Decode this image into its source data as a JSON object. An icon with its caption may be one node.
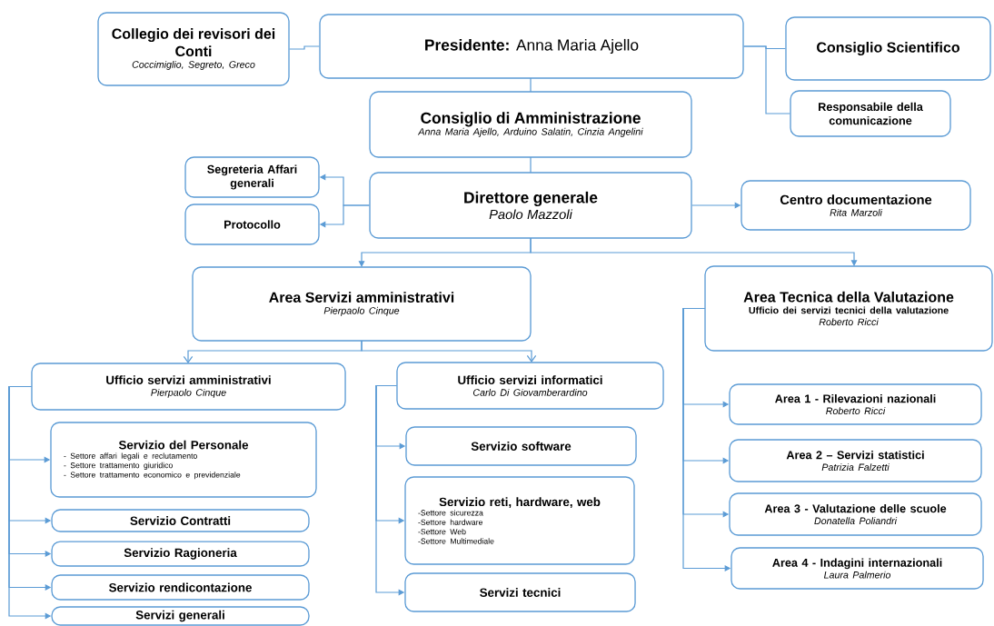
{
  "diagram": {
    "nodes": [
      {
        "text": [
          "Collegio dei revisori dei Conti",
          "Coccimiglio, Segreto, Greco"
        ]
      },
      {
        "text": [
          "**Presidente:** Anna Maria Ajello"
        ]
      },
      {
        "text": [
          "Consiglio Scientifico"
        ]
      },
      {
        "text": [
          "Responsabile della comunicazione"
        ]
      },
      {
        "text": [
          "Consiglio di Amministrazione",
          "Anna Maria Ajello, Arduino Salatin, Cinzia Angelini"
        ]
      },
      {
        "text": [
          "Segreteria Affari generali"
        ]
      },
      {
        "text": [
          "Protocollo"
        ]
      },
      {
        "text": [
          "Direttore generale",
          "Paolo Mazzoli"
        ]
      },
      {
        "text": [
          "Centro documentazione",
          "Rita Marzoli"
        ]
      },
      {
        "text": [
          "Area Servizi amministrativi",
          "Pierpaolo Cinque"
        ]
      },
      {
        "text": [
          "Area Tecnica della Valutazione",
          "Ufficio dei servizi tecnici della valutazione",
          "Roberto Ricci"
        ]
      },
      {
        "text": [
          "Ufficio servizi amministrativi",
          "Pierpaolo Cinque"
        ]
      },
      {
        "text": [
          "Servizio del Personale",
          "- Settore affari legali e reclutamento",
          "- Settore trattamento giuridico",
          "- Settore trattamento economico e previdenziale"
        ]
      },
      {
        "text": [
          "Servizio Contratti"
        ]
      },
      {
        "text": [
          "Servizio Ragioneria"
        ]
      },
      {
        "text": [
          "Servizio rendicontazione"
        ]
      },
      {
        "text": [
          "Servizi generali"
        ]
      },
      {
        "text": [
          "Ufficio servizi informatici",
          "Carlo Di Giovamberardino"
        ]
      },
      {
        "text": [
          "Servizio software"
        ]
      },
      {
        "text": [
          "Servizio reti, hardware, web",
          "-Settore sicurezza",
          "-Settore hardware",
          "-Settore Web",
          "-Settore Multimediale"
        ]
      },
      {
        "text": [
          "Servizi tecnici"
        ]
      },
      {
        "text": [
          "Area 1 - Rilevazioni nazionali",
          "Roberto Ricci"
        ]
      },
      {
        "text": [
          "Area 2 – Servizi statistici",
          "Patrizia Falzetti"
        ]
      },
      {
        "text": [
          "Area 3 - Valutazione delle scuole",
          "Donatella Poliandri"
        ]
      },
      {
        "text": [
          "Area 4 - Indagini internazionali",
          "Laura Palmerio"
        ]
      }
    ],
    "edges": [
      {
        "from": 0,
        "to": 1,
        "arrow": "none"
      },
      {
        "from": 1,
        "to": 2,
        "arrow": "none"
      },
      {
        "from": 1,
        "to": 3,
        "arrow": "none"
      },
      {
        "from": 1,
        "to": 4,
        "arrow": "none"
      },
      {
        "from": 4,
        "to": 7,
        "arrow": "none"
      },
      {
        "from": 7,
        "to": 5,
        "arrow": "to"
      },
      {
        "from": 7,
        "to": 6,
        "arrow": "to"
      },
      {
        "from": 7,
        "to": 8,
        "arrow": "to"
      },
      {
        "from": 7,
        "to": 9,
        "arrow": "to"
      },
      {
        "from": 7,
        "to": 10,
        "arrow": "to"
      },
      {
        "from": 9,
        "to": 11,
        "arrow": "to"
      },
      {
        "from": 9,
        "to": 17,
        "arrow": "to"
      },
      {
        "from": 11,
        "to": 12,
        "arrow": "to"
      },
      {
        "from": 11,
        "to": 13,
        "arrow": "to"
      },
      {
        "from": 11,
        "to": 14,
        "arrow": "to"
      },
      {
        "from": 11,
        "to": 15,
        "arrow": "to"
      },
      {
        "from": 11,
        "to": 16,
        "arrow": "to"
      },
      {
        "from": 17,
        "to": 18,
        "arrow": "to"
      },
      {
        "from": 17,
        "to": 19,
        "arrow": "to"
      },
      {
        "from": 17,
        "to": 20,
        "arrow": "to"
      },
      {
        "from": 10,
        "to": 21,
        "arrow": "to"
      },
      {
        "from": 10,
        "to": 22,
        "arrow": "to"
      },
      {
        "from": 10,
        "to": 23,
        "arrow": "to"
      },
      {
        "from": 10,
        "to": 24,
        "arrow": "to"
      }
    ]
  }
}
